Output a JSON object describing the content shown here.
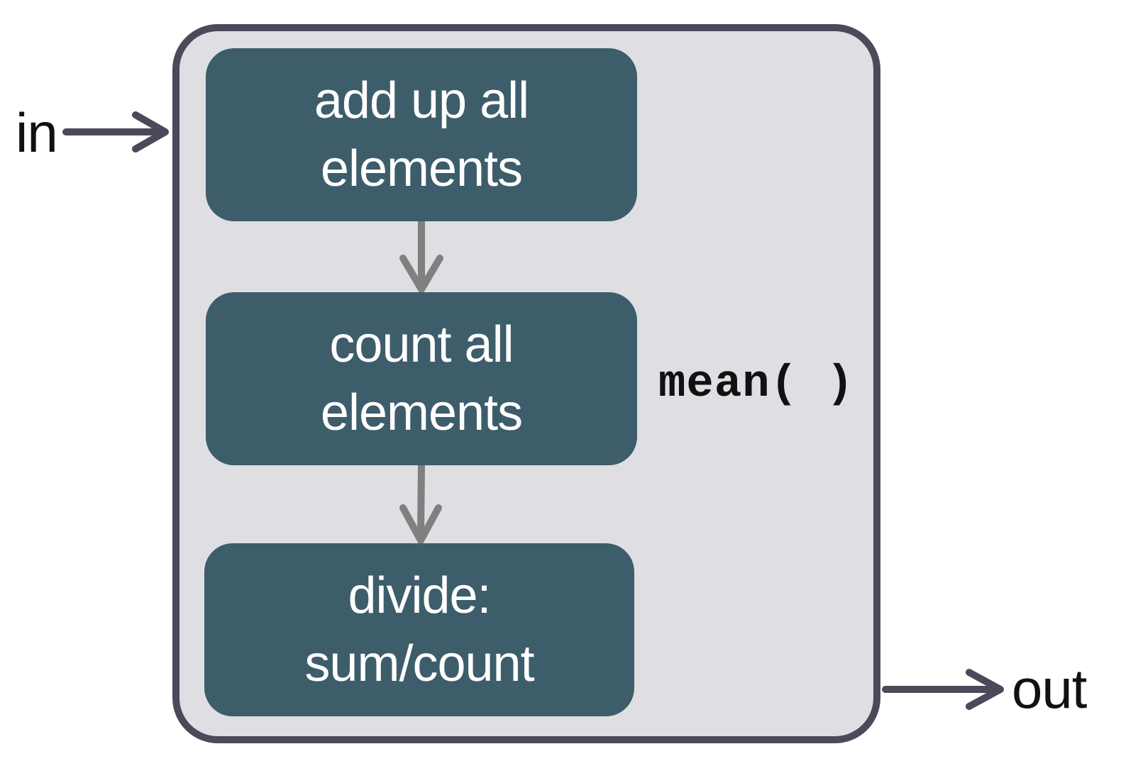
{
  "diagram": {
    "input_label": "in",
    "output_label": "out",
    "function_name": "mean( )",
    "steps": [
      {
        "line1": "add up all",
        "line2": "elements"
      },
      {
        "line1": "count all",
        "line2": "elements"
      },
      {
        "line1": "divide:",
        "line2": "sum/count"
      }
    ]
  },
  "colors": {
    "container_fill": "#dfdee3",
    "container_border": "#4a4a5a",
    "step_fill": "#3d5d6a",
    "step_text": "#ffffff",
    "io_arrow": "#4a4a5a",
    "flow_arrow": "#808080"
  }
}
